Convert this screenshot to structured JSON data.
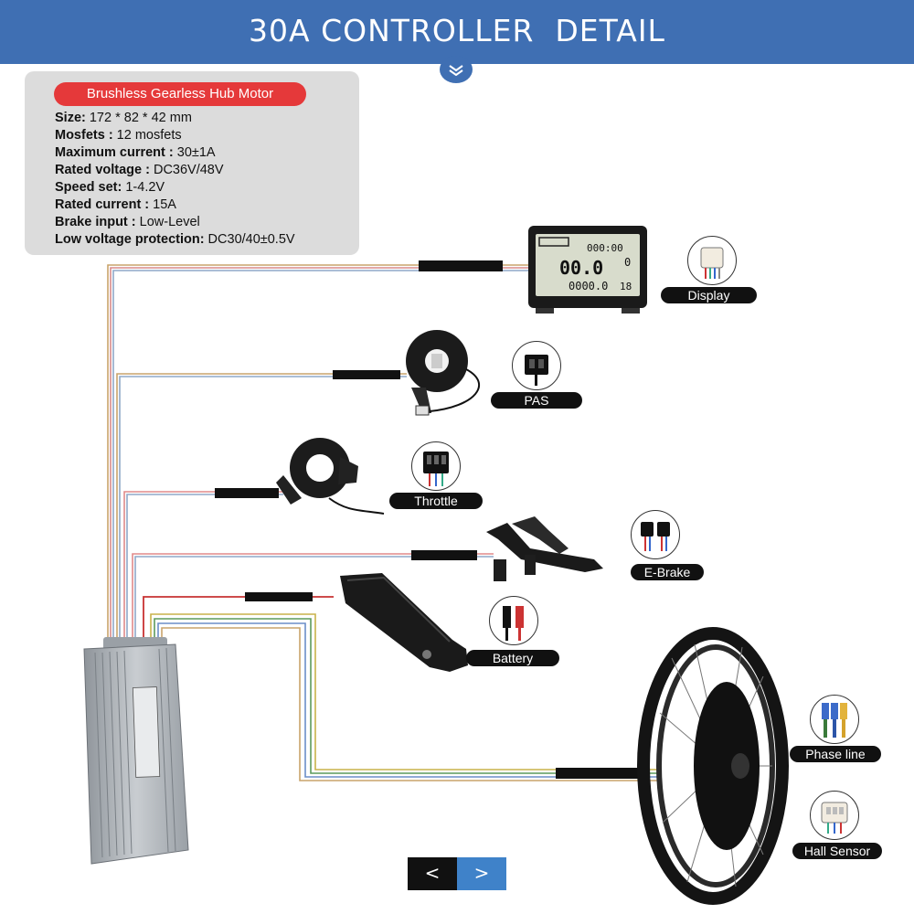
{
  "header": {
    "title": "30A CONTROLLER  DETAIL"
  },
  "specs": {
    "badge": "Brushless Gearless Hub Motor",
    "rows": [
      {
        "key": "Size:",
        "value": " 172 * 82 * 42  mm"
      },
      {
        "key": "Mosfets :",
        "value": " 12 mosfets"
      },
      {
        "key": "Maximum current :",
        "value": " 30±1A"
      },
      {
        "key": "Rated voltage :",
        "value": " DC36V/48V"
      },
      {
        "key": "Speed set:",
        "value": " 1-4.2V"
      },
      {
        "key": "Rated current :",
        "value": " 15A"
      },
      {
        "key": "Brake input :",
        "value": " Low-Level"
      },
      {
        "key": "Low voltage protection:",
        "value": " DC30/40±0.5V"
      }
    ]
  },
  "components": {
    "display": "Display",
    "pas": "PAS",
    "throttle": "Throttle",
    "ebrake": "E-Brake",
    "battery": "Battery",
    "phase_line": "Phase line",
    "hall_sensor": "Hall Sensor"
  },
  "lcd": {
    "time": "000:00",
    "speed": "00.0",
    "odo": "0000.0",
    "level": "0",
    "assist": "18"
  },
  "nav": {
    "prev": "<",
    "next": ">"
  },
  "colors": {
    "header": "#3f6fb3",
    "badge": "#e5393a",
    "next_button": "#3f82c9"
  }
}
